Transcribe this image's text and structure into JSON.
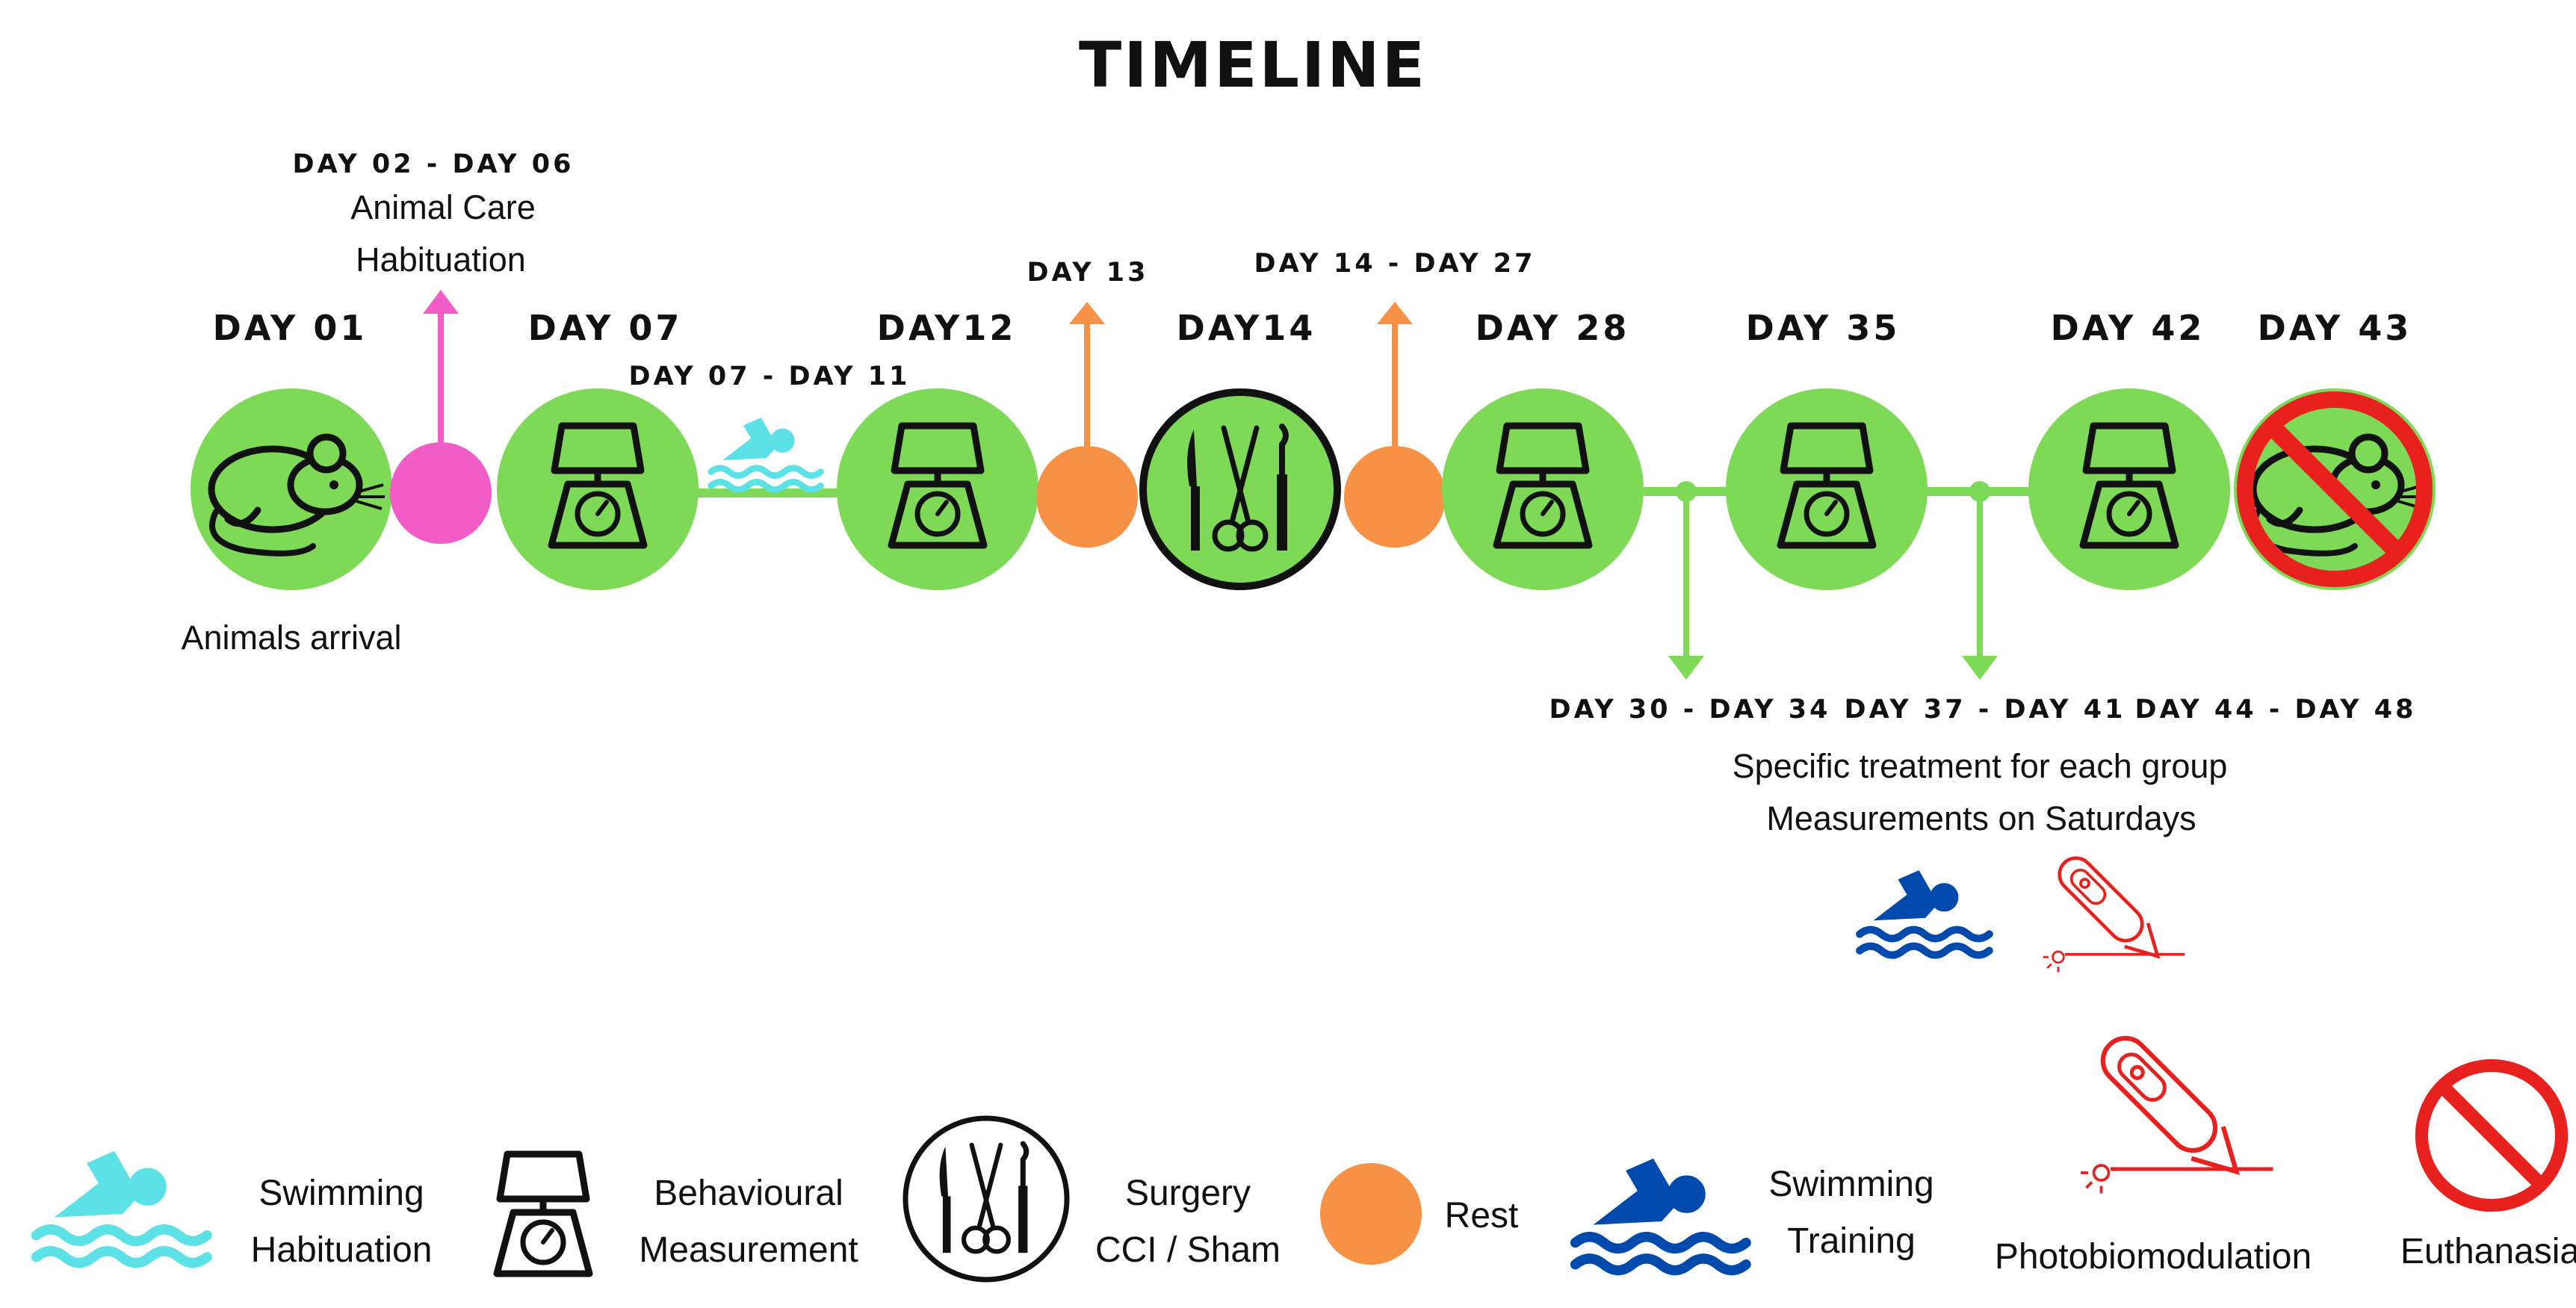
{
  "title": "TIMELINE",
  "colors": {
    "green": "#7ED957",
    "pink": "#F25CC6",
    "orange": "#F79146",
    "cyan": "#5CE1E6",
    "blue": "#004AAD",
    "red": "#E8211E",
    "black": "#111111"
  },
  "nodes": [
    {
      "id": "day01",
      "label": "DAY 01",
      "kind": "green",
      "icon": "mouse-icon",
      "note": "Animals arrival"
    },
    {
      "id": "pink",
      "kind": "pink",
      "range": "DAY 02 - DAY 06",
      "notes": [
        "Animal Care",
        "Habituation"
      ]
    },
    {
      "id": "day07",
      "label": "DAY 07",
      "kind": "green",
      "icon": "scale-icon"
    },
    {
      "id": "swim",
      "kind": "segment",
      "range": "DAY 07 - DAY 11",
      "icon": "swimmer-icon"
    },
    {
      "id": "day12",
      "label": "DAY12",
      "kind": "green",
      "icon": "scale-icon"
    },
    {
      "id": "day13",
      "kind": "orange",
      "range": "DAY 13"
    },
    {
      "id": "day14",
      "label": "DAY14",
      "kind": "surgery",
      "icon": "surgical-tools-icon"
    },
    {
      "id": "rest2",
      "kind": "orange",
      "range": "DAY 14 - DAY 27"
    },
    {
      "id": "day28",
      "label": "DAY 28",
      "kind": "green",
      "icon": "scale-icon"
    },
    {
      "id": "day35",
      "label": "DAY 35",
      "kind": "green",
      "icon": "scale-icon"
    },
    {
      "id": "day42",
      "label": "DAY 42",
      "kind": "green",
      "icon": "scale-icon"
    },
    {
      "id": "day43",
      "label": "DAY 43",
      "kind": "euthanasia",
      "icon": "no-sign-icon"
    }
  ],
  "treatment_ranges": [
    "DAY 30 - DAY 34",
    "DAY 37 - DAY 41",
    "DAY 44 - DAY 48"
  ],
  "treatment_notes": [
    "Specific treatment for each group",
    "Measurements on Saturdays"
  ],
  "treatment_icons": [
    "swimmer-blue-icon",
    "laser-pen-icon"
  ],
  "legend": [
    {
      "icon": "swimmer-cyan-icon",
      "label": [
        "Swimming",
        "Habituation"
      ]
    },
    {
      "icon": "scale-icon",
      "label": [
        "Behavioural",
        "Measurement"
      ]
    },
    {
      "icon": "surgical-tools-icon",
      "label": [
        "Surgery",
        "CCI / Sham"
      ]
    },
    {
      "icon": "rest-dot-icon",
      "label": [
        "Rest"
      ]
    },
    {
      "icon": "swimmer-blue-icon",
      "label": [
        "Swimming",
        "Training"
      ]
    },
    {
      "icon": "laser-pen-icon",
      "label": [
        "Photobiomodulation"
      ]
    },
    {
      "icon": "no-sign-icon",
      "label": [
        "Euthanasia"
      ]
    }
  ]
}
